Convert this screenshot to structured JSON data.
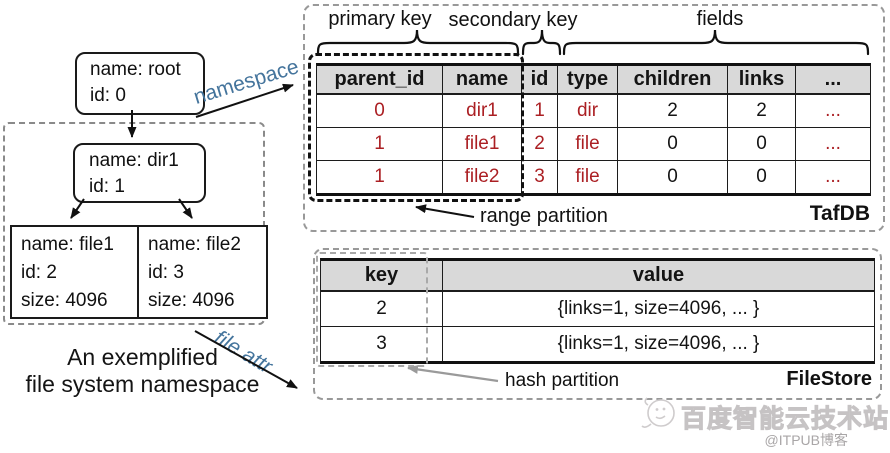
{
  "tree": {
    "root_l1": "name: root",
    "root_l2": "id: 0",
    "dir_l1": "name: dir1",
    "dir_l2": "id: 1",
    "file1_l1": "name: file1",
    "file1_l2": "id: 2",
    "file1_l3": "size: 4096",
    "file2_l1": "name: file2",
    "file2_l2": "id: 3",
    "file2_l3": "size: 4096",
    "caption_l1": "An exemplified",
    "caption_l2": "file system namespace"
  },
  "annotations": {
    "namespace": "namespace",
    "file_attr": "file attr",
    "primary_key": "primary key",
    "secondary_key": "secondary key",
    "fields": "fields",
    "range_partition": "range partition",
    "hash_partition": "hash partition"
  },
  "tafdb": {
    "name": "TafDB",
    "headers": [
      "parent_id",
      "name",
      "id",
      "type",
      "children",
      "links",
      "..."
    ],
    "rows": [
      [
        "0",
        "dir1",
        "1",
        "dir",
        "2",
        "2",
        "..."
      ],
      [
        "1",
        "file1",
        "2",
        "file",
        "0",
        "0",
        "..."
      ],
      [
        "1",
        "file2",
        "3",
        "file",
        "0",
        "0",
        "..."
      ]
    ]
  },
  "filestore": {
    "name": "FileStore",
    "headers": [
      "key",
      "value"
    ],
    "rows": [
      [
        "2",
        "{links=1, size=4096, ... }"
      ],
      [
        "3",
        "{links=1, size=4096, ... }"
      ]
    ]
  },
  "watermark": {
    "brand": "百度智能云技术站",
    "credit": "@ITPUB博客"
  },
  "colors": {
    "accent_blue": "#44749c",
    "data_red": "#ab1f23",
    "header_gray": "#d9d9d9"
  }
}
